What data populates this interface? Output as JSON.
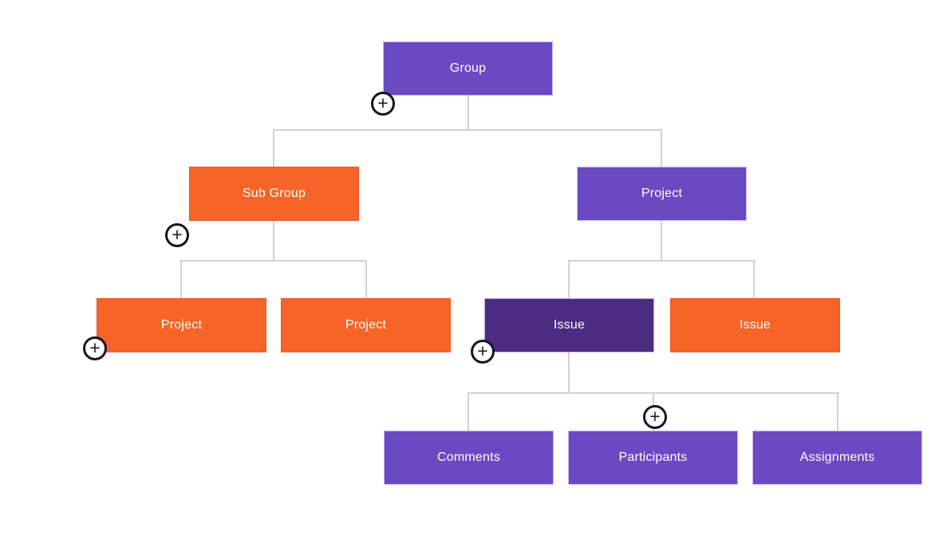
{
  "diagram": {
    "nodes": {
      "group": {
        "label": "Group",
        "type": "purple"
      },
      "sub_group": {
        "label": "Sub Group",
        "type": "orange"
      },
      "project_top": {
        "label": "Project",
        "type": "purple"
      },
      "project_left": {
        "label": "Project",
        "type": "orange"
      },
      "project_right": {
        "label": "Project",
        "type": "orange"
      },
      "issue_selected": {
        "label": "Issue",
        "type": "dark-purple"
      },
      "issue": {
        "label": "Issue",
        "type": "orange"
      },
      "comments": {
        "label": "Comments",
        "type": "purple"
      },
      "participants": {
        "label": "Participants",
        "type": "purple"
      },
      "assignments": {
        "label": "Assignments",
        "type": "purple"
      }
    },
    "edges": [
      {
        "from": "group",
        "to": "sub_group"
      },
      {
        "from": "group",
        "to": "project_top"
      },
      {
        "from": "sub_group",
        "to": "project_left"
      },
      {
        "from": "sub_group",
        "to": "project_right"
      },
      {
        "from": "project_top",
        "to": "issue_selected"
      },
      {
        "from": "project_top",
        "to": "issue"
      },
      {
        "from": "issue_selected",
        "to": "comments"
      },
      {
        "from": "issue_selected",
        "to": "participants"
      },
      {
        "from": "issue_selected",
        "to": "assignments"
      }
    ],
    "icons": {
      "plus_glyph": "+"
    },
    "colors": {
      "purple": "#6b49c3",
      "purple_border": "#cbb8ec",
      "orange": "#f76428",
      "orange_border": "#e2572b",
      "dark_purple": "#4b2c80",
      "dark_purple_border": "#c9a0dd",
      "connector": "#d2d2d2",
      "plus_ring": "#17131f",
      "plus_glyph_color": "#1b1a35",
      "node_text": "#ffffff",
      "background": "#ffffff"
    }
  }
}
